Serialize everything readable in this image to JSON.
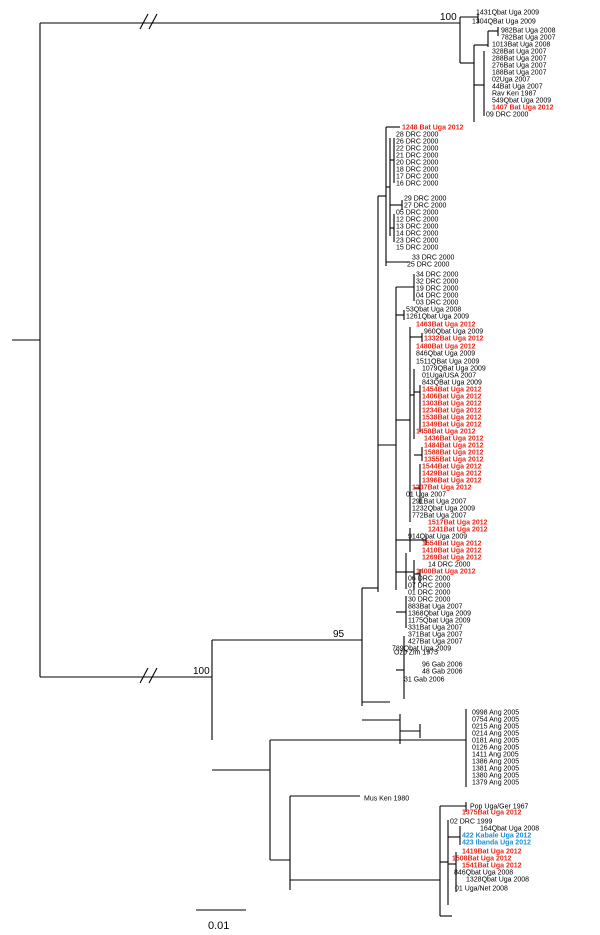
{
  "colors": {
    "branch": "#000000",
    "highlight_red": "#e8291c",
    "highlight_blue": "#1c8fd6"
  },
  "bootstrap": [
    "100",
    "95",
    "100"
  ],
  "scale_bar": {
    "label": "0.01"
  },
  "groups": [
    {
      "id": "g1",
      "taxa": [
        {
          "t": "1431Qbat Uga 2009"
        },
        {
          "t": "1304QBat Uga 2009"
        },
        {
          "t": "982Bat Uga 2008"
        },
        {
          "t": "782Bat Uga 2007"
        },
        {
          "t": "1013Bat Uga 2008"
        },
        {
          "t": "328Bat Uga 2007"
        },
        {
          "t": "288Bat Uga 2007"
        },
        {
          "t": "276Bat Uga 2007"
        },
        {
          "t": "188Bat Uga 2007"
        },
        {
          "t": "02Uga 2007"
        },
        {
          "t": "44Bat Uga 2007"
        },
        {
          "t": "Rav Ken 1987"
        },
        {
          "t": "549Qbat Uga 2009"
        },
        {
          "t": "1407 Bat Uga 2012",
          "c": "red"
        },
        {
          "t": "09 DRC 2000"
        }
      ]
    },
    {
      "id": "g2",
      "taxa": [
        {
          "t": "1248 Bat Uga 2012",
          "c": "red"
        },
        {
          "t": "28 DRC 2000"
        },
        {
          "t": "26 DRC 2000"
        },
        {
          "t": "22 DRC 2000"
        },
        {
          "t": "21 DRC 2000"
        },
        {
          "t": "20 DRC 2000"
        },
        {
          "t": "18 DRC 2000"
        },
        {
          "t": "17 DRC 2000"
        },
        {
          "t": "16 DRC 2000"
        },
        {
          "t": "29 DRC 2000"
        },
        {
          "t": "27 DRC 2000"
        },
        {
          "t": "05 DRC 2000"
        },
        {
          "t": "12 DRC 2000"
        },
        {
          "t": "13 DRC 2000"
        },
        {
          "t": "14 DRC 2000"
        },
        {
          "t": "23 DRC 2000"
        },
        {
          "t": "15 DRC 2000"
        },
        {
          "t": "33 DRC 2000"
        },
        {
          "t": "25 DRC 2000"
        }
      ]
    },
    {
      "id": "g3",
      "taxa": [
        {
          "t": "34 DRC 2000"
        },
        {
          "t": "32 DRC 2000"
        },
        {
          "t": "19 DRC 2000"
        },
        {
          "t": "04 DRC 2000"
        },
        {
          "t": "03 DRC 2000"
        },
        {
          "t": "53Qbat Uga 2008"
        },
        {
          "t": "1261Qbat Uga 2009"
        },
        {
          "t": "1463Bat Uga 2012",
          "c": "red"
        },
        {
          "t": "960Qbat Uga 2009"
        },
        {
          "t": "1332Bat Uga 2012",
          "c": "red"
        },
        {
          "t": "1480Bat Uga 2012",
          "c": "red"
        },
        {
          "t": "846Qbat Uga 2009"
        },
        {
          "t": "1511QBat Uga 2009"
        },
        {
          "t": "1079QBat Uga 2009"
        },
        {
          "t": "01Uga/USA 2007"
        },
        {
          "t": "843QBat Uga 2009"
        },
        {
          "t": "1454Bat Uga 2012",
          "c": "red"
        },
        {
          "t": "1406Bat Uga 2012",
          "c": "red"
        },
        {
          "t": "1303Bat Uga 2012",
          "c": "red"
        },
        {
          "t": "1234Bat Uga 2012",
          "c": "red"
        },
        {
          "t": "1538Bat Uga 2012",
          "c": "red"
        },
        {
          "t": "1349Bat Uga 2012",
          "c": "red"
        },
        {
          "t": "1458Bat Uga 2012",
          "c": "red"
        },
        {
          "t": "1436Bat Uga 2012",
          "c": "red"
        },
        {
          "t": "1484Bat Uga 2012",
          "c": "red"
        },
        {
          "t": "1588Bat Uga 2012",
          "c": "red"
        },
        {
          "t": "1355Bat Uga 2012",
          "c": "red"
        },
        {
          "t": "1544Bat Uga 2012",
          "c": "red"
        },
        {
          "t": "1429Bat Uga 2012",
          "c": "red"
        },
        {
          "t": "1396Bat Uga 2012",
          "c": "red"
        },
        {
          "t": "1237Bat Uga 2012",
          "c": "red"
        },
        {
          "t": "01 Uga 2007"
        },
        {
          "t": "291Bat Uga 2007"
        },
        {
          "t": "1232Qbat Uga 2009"
        },
        {
          "t": "772Bat Uga 2007"
        },
        {
          "t": "1517Bat Uga 2012",
          "c": "red"
        },
        {
          "t": "1241Bat Uga 2012",
          "c": "red"
        },
        {
          "t": "914Qbat Uga 2009"
        },
        {
          "t": "1554Bat Uga 2012",
          "c": "red"
        },
        {
          "t": "1410Bat Uga 2012",
          "c": "red"
        },
        {
          "t": "1269Bat Uga 2012",
          "c": "red"
        },
        {
          "t": "14 DRC 2000"
        },
        {
          "t": "1400Bat Uga 2012",
          "c": "red"
        },
        {
          "t": "06 DRC 2000"
        },
        {
          "t": "07 DRC 2000"
        },
        {
          "t": "01 DRC 2000"
        },
        {
          "t": "30 DRC 2000"
        },
        {
          "t": "883Bat Uga 2007"
        },
        {
          "t": "1368Qbat Uga 2009"
        },
        {
          "t": "1175Qbat Uga 2009"
        },
        {
          "t": "331Bat Uga 2007"
        },
        {
          "t": "371Bat Uga 2007"
        },
        {
          "t": "427Bat Uga 2007"
        },
        {
          "t": "789Qbat Uga 2009"
        }
      ]
    },
    {
      "id": "g4",
      "taxa": [
        {
          "t": "Ozo Zim 1975"
        },
        {
          "t": "96 Gab 2006"
        },
        {
          "t": "48 Gab 2006"
        },
        {
          "t": "31 Gab 2006"
        }
      ]
    },
    {
      "id": "g5",
      "taxa": [
        {
          "t": "0998 Ang 2005"
        },
        {
          "t": "0754 Ang 2005"
        },
        {
          "t": "0215 Ang 2005"
        },
        {
          "t": "0214 Ang 2005"
        },
        {
          "t": "0181 Ang 2005"
        },
        {
          "t": "0126 Ang 2005"
        },
        {
          "t": "1411 Ang 2005"
        },
        {
          "t": "1386 Ang 2005"
        },
        {
          "t": "1381 Ang 2005"
        },
        {
          "t": "1380 Ang 2005"
        },
        {
          "t": "1379 Ang 2005"
        }
      ]
    },
    {
      "id": "g6",
      "taxa": [
        {
          "t": "Mus Ken 1980"
        },
        {
          "t": "Pop Uga/Ger 1967"
        },
        {
          "t": "1375Bat Uga 2012",
          "c": "red"
        },
        {
          "t": "02 DRC 1999"
        },
        {
          "t": "164Qbat Uga 2008"
        },
        {
          "t": "422 Kabale Uga 2012",
          "c": "blue"
        },
        {
          "t": "423 Ibanda Uga 2012",
          "c": "blue"
        },
        {
          "t": "1419Bat Uga 2012",
          "c": "red"
        },
        {
          "t": "1508Bat Uga 2012",
          "c": "red"
        },
        {
          "t": "1541Bat Uga 2012",
          "c": "red"
        },
        {
          "t": "846Qbat Uga 2008"
        },
        {
          "t": "1328Qbat Uga 2008"
        },
        {
          "t": "01 Uga/Net 2008"
        }
      ]
    }
  ]
}
